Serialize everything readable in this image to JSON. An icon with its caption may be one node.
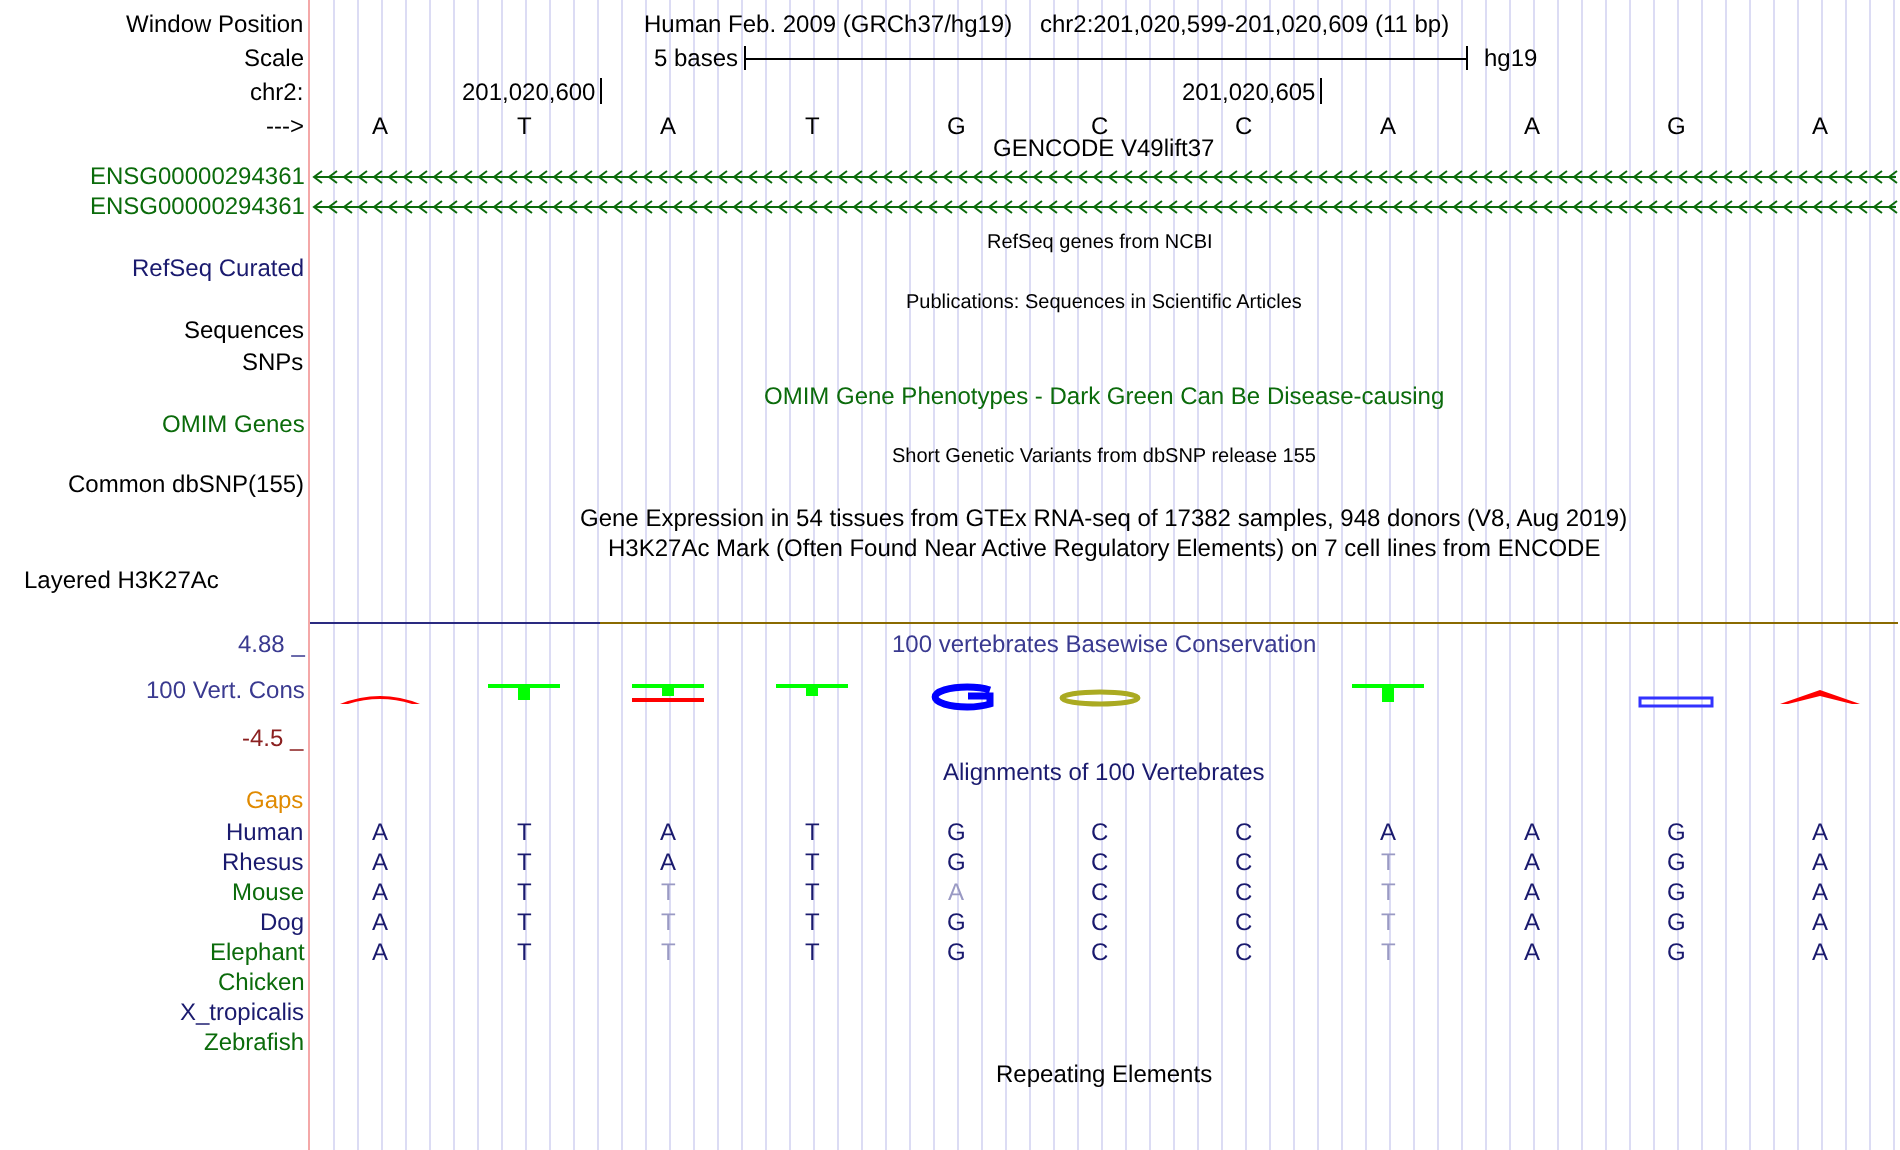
{
  "diagram": {
    "labels": [
      "Window Position",
      "Human Feb. 2009 (GRCh37/hg19)",
      "chr2:201,020,599-201,020,609 (11 bp)",
      "Scale",
      "5 bases",
      "hg19",
      "chr2:",
      "201,020,600",
      "201,020,605",
      "--->",
      "A",
      "T",
      "A",
      "T",
      "G",
      "C",
      "C",
      "A",
      "A",
      "G",
      "A",
      "GENCODE V49lift37",
      "ENSG00000294361",
      "ENSG00000294361",
      "RefSeq genes from NCBI",
      "RefSeq Curated",
      "Publications: Sequences in Scientific Articles",
      "Sequences",
      "SNPs",
      "OMIM Gene Phenotypes - Dark Green Can Be Disease-causing",
      "OMIM Genes",
      "Short Genetic Variants from dbSNP release 155",
      "Common dbSNP(155)",
      "Gene Expression in 54 tissues from GTEx RNA-seq of 17382 samples, 948 donors (V8, Aug 2019)",
      "H3K27Ac Mark (Often Found Near Active Regulatory Elements) on 7 cell lines from ENCODE",
      "Layered H3K27Ac",
      "4.88 _",
      "100 vertebrates Basewise Conservation",
      "100 Vert. Cons",
      "-4.5 _",
      "Alignments of 100 Vertebrates",
      "Gaps",
      "Human",
      "A",
      "T",
      "A",
      "T",
      "G",
      "C",
      "C",
      "A",
      "A",
      "G",
      "A",
      "Rhesus",
      "A",
      "T",
      "A",
      "T",
      "G",
      "C",
      "C",
      "T",
      "A",
      "G",
      "A",
      "Mouse",
      "A",
      "T",
      "T",
      "T",
      "A",
      "C",
      "C",
      "T",
      "A",
      "G",
      "A",
      "Dog",
      "A",
      "T",
      "T",
      "T",
      "G",
      "C",
      "C",
      "T",
      "A",
      "G",
      "A",
      "Elephant",
      "A",
      "T",
      "T",
      "T",
      "G",
      "C",
      "C",
      "T",
      "A",
      "G",
      "A",
      "Chicken",
      "X_tropicalis",
      "Zebrafish",
      "Repeating Elements"
    ]
  }
}
